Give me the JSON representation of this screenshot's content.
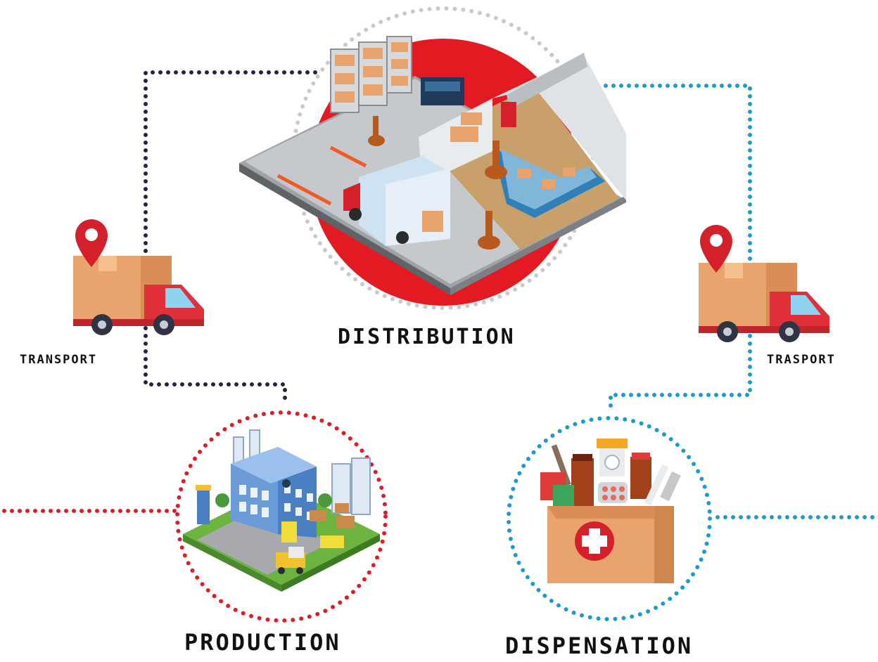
{
  "labels": {
    "distribution": "DISTRIBUTION",
    "production": "PRODUCTION",
    "dispensation": "DISPENSATION",
    "transport_left": "TRANSPORT",
    "transport_right": "TRASPORT"
  },
  "colors": {
    "dark_dots": "#232542",
    "blue_dots": "#1a9bc9",
    "red_dots": "#e01b24",
    "grey_dots": "#c9c9c9",
    "red_disc": "#e31a22",
    "box": "#e9a46d",
    "truck_cab": "#e0313a",
    "pin": "#d3202a"
  },
  "icons": [
    "warehouse-illustration",
    "truck-icon",
    "location-pin-icon",
    "factory-illustration",
    "medicine-bag-illustration",
    "medical-cross-icon"
  ]
}
